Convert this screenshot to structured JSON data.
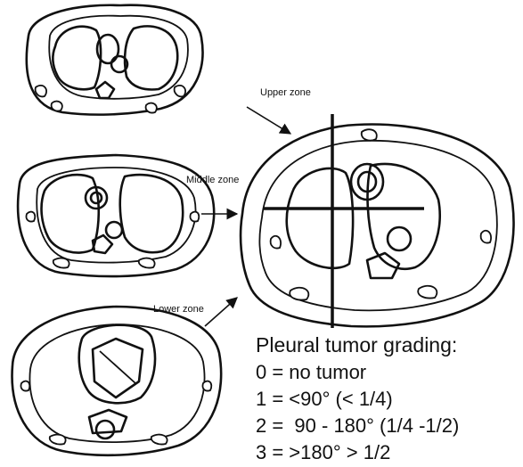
{
  "labels": {
    "upper_zone": "Upper zone",
    "middle_zone": "Middle zone",
    "lower_zone": "Lower zone"
  },
  "grading": {
    "title": "Pleural tumor grading:",
    "items": [
      "0 = no tumor",
      "1 = <90° (< 1/4)",
      "2 =  90 - 180° (1/4 -1/2)",
      "3 = >180° > 1/2"
    ]
  }
}
